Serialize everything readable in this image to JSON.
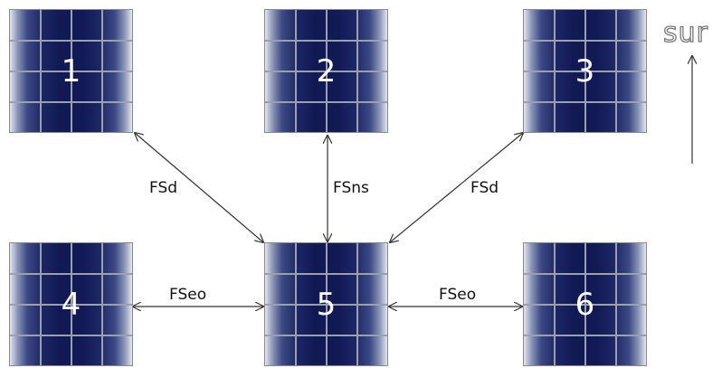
{
  "panels": [
    {
      "id": "1",
      "label": "1"
    },
    {
      "id": "2",
      "label": "2"
    },
    {
      "id": "3",
      "label": "3"
    },
    {
      "id": "4",
      "label": "4"
    },
    {
      "id": "5",
      "label": "5"
    },
    {
      "id": "6",
      "label": "6"
    }
  ],
  "links": {
    "diagonal_left": "FSd",
    "north_south": "FSns",
    "diagonal_right": "FSd",
    "east_west_left": "FSeo",
    "east_west_right": "FSeo"
  },
  "compass": {
    "label": "sur"
  },
  "colors": {
    "panel_dark": "#121a56",
    "panel_edge": "#e4e7ef",
    "grid_line": "#9aa0b0",
    "arrow": "#333333"
  }
}
